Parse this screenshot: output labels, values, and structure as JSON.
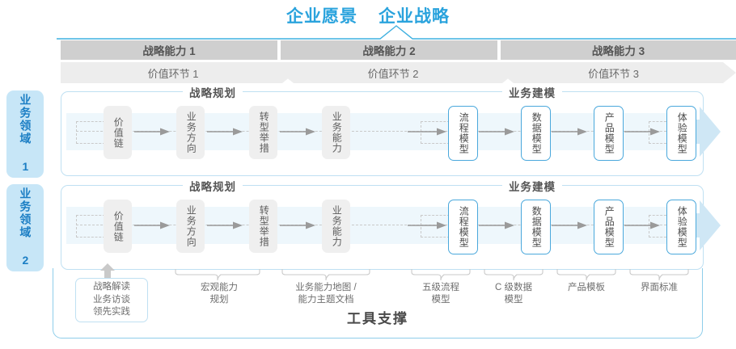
{
  "header": {
    "title_left": "企业愿景",
    "title_right": "企业战略"
  },
  "capabilities": [
    {
      "label": "战略能力 1"
    },
    {
      "label": "战略能力 2"
    },
    {
      "label": "战略能力 3"
    }
  ],
  "value_links": [
    {
      "label": "价值环节 1"
    },
    {
      "label": "价值环节 2"
    },
    {
      "label": "价值环节 3"
    }
  ],
  "domains": [
    {
      "label": "业务领域 1"
    },
    {
      "label": "业务领域 2"
    }
  ],
  "sections": {
    "strategy_planning": "战略规划",
    "business_modeling": "业务建模"
  },
  "chain": {
    "planning_nodes": [
      {
        "label": "价值链"
      },
      {
        "label": "业务方向"
      },
      {
        "label": "转型举措"
      },
      {
        "label": "业务能力"
      }
    ],
    "modeling_nodes": [
      {
        "label": "流程模型"
      },
      {
        "label": "数据模型"
      },
      {
        "label": "产品模型"
      },
      {
        "label": "体验模型"
      }
    ]
  },
  "notes": [
    {
      "line1": "战略解读",
      "line2": "业务访谈",
      "line3": "领先实践"
    },
    {
      "line1": "宏观能力",
      "line2": "规划"
    },
    {
      "line1": "业务能力地图 /",
      "line2": "能力主题文档"
    },
    {
      "line1": "五级流程",
      "line2": "模型"
    },
    {
      "line1": "C 级数据",
      "line2": "模型"
    },
    {
      "line1": "产品模板",
      "line2": ""
    },
    {
      "line1": "界面标准",
      "line2": ""
    }
  ],
  "footer": {
    "tool_support": "工具支撑"
  },
  "colors": {
    "accent_blue": "#2aa3dd",
    "node_blue_border": "#4aa8dc",
    "tab_bg": "#c7e6f7",
    "tab_text": "#1b7ec4",
    "cap_bg": "#cfcfcf",
    "vc_bg": "#ededed",
    "band_bg": "#eef7fc",
    "node_gray": "#efefef"
  }
}
